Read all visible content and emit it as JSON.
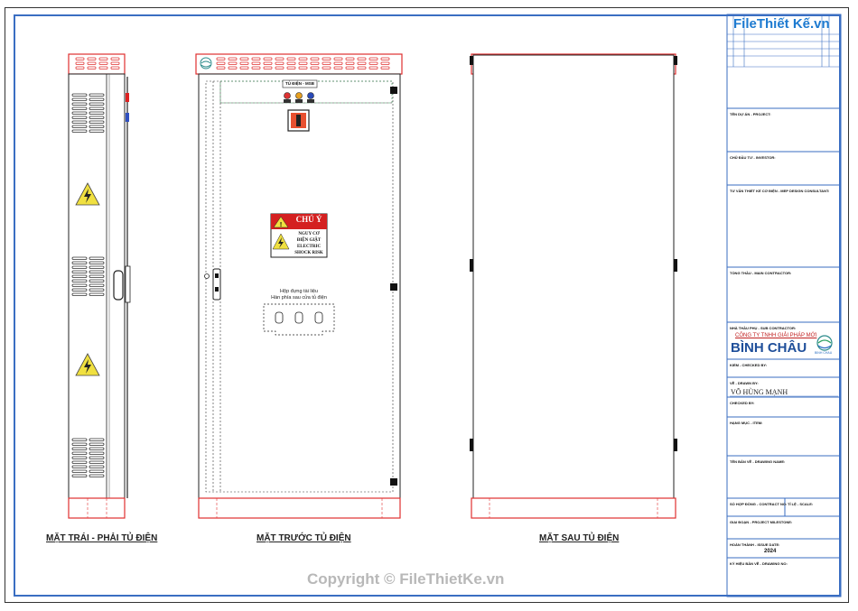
{
  "watermark_top": "FileThiết Kế.vn",
  "watermark_bottom": "Copyright © FileThietKe.vn",
  "panel_tag": "TỦ ĐIỆN - MSB",
  "warning_sign": {
    "title": "CHÚ Ý",
    "lines": [
      "NGUY CƠ",
      "ĐIỆN GIẬT",
      "ELECTRIC",
      "SHOCK RISK"
    ]
  },
  "doc_box_note": [
    "Hộp đựng tài liệu",
    "Hàn phía sau cửa tủ điện"
  ],
  "views": {
    "side": "MẶT TRÁI - PHẢI TỦ ĐIỆN",
    "front": "MẶT TRƯỚC TỦ ĐIỆN",
    "back": "MẶT SAU TỦ ĐIỆN"
  },
  "title_block": {
    "project": "TÊN DỰ ÁN - PROJECT:",
    "investor": "CHỦ ĐẦU TƯ - INVESTOR:",
    "consultant": "TƯ VẤN THIẾT KẾ CƠ ĐIỆN - MEP DESIGN CONSULTANT:",
    "main_contractor": "TỔNG THẦU - MAIN CONTRACTOR:",
    "sub_contractor": "NHÀ THẦU PHỤ - SUB CONTRACTOR:",
    "company_line1": "CÔNG TY TNHH GIẢI PHÁP MỚI",
    "company_line2": "BÌNH CHÂU",
    "logo_caption": "BINH CHAU",
    "checked": "KIỂM - CHECKED BY:",
    "drawn": "VẼ - DRAWN BY:",
    "drawn_name": "VÕ HÙNG MẠNH",
    "checked_by": "CHECKED BY:",
    "item": "HẠNG MỤC - ITEM:",
    "drawing_name": "TÊN BẢN VẼ - DRAWING NAME:",
    "contract_no": "SỐ HỢP ĐỒNG - CONTRACT NO:",
    "scale": "TỈ LỆ - SCALE:",
    "milestone": "GIAI ĐOẠN - PROJECT MILESTONE:",
    "issue_date": "HOÀN THÀNH - ISSUE DATE:",
    "issue_year": "2024",
    "drawing_no": "KÝ HIỆU BẢN VẼ - DRAWING NO:"
  }
}
